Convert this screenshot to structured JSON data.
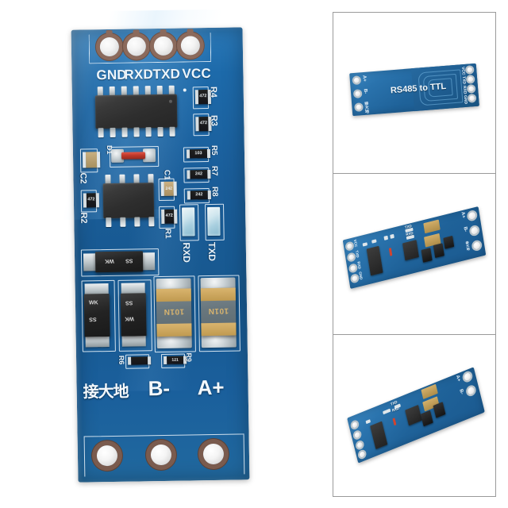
{
  "product": {
    "name": "RS485 to TTL converter module",
    "pcb_color": "#1a5d99",
    "silkscreen_color": "#eef6fc"
  },
  "main_photo": {
    "label": "main-product-photo",
    "header_pins": [
      "GND",
      "RXD",
      "TXD",
      "VCC"
    ],
    "bottom_labels": [
      "接大地",
      "B-",
      "A+"
    ],
    "led_labels": [
      "RXD",
      "TXD"
    ],
    "right_refdes": [
      "R4",
      "R3",
      "R5",
      "R7",
      "R8"
    ],
    "left_refdes": [
      "C2",
      "R2"
    ],
    "center_refdes": [
      "C1",
      "R1",
      "D1"
    ],
    "bottom_refdes": [
      "R6",
      "R9"
    ],
    "resistor_values": {
      "r4": "472",
      "r3": "472",
      "r5": "103",
      "r7": "242",
      "r8": "242",
      "r2": "472",
      "r1": "472",
      "c1": "242",
      "terminator": "121"
    },
    "diode_marks": [
      "WK",
      "SS"
    ],
    "fuse_marks": [
      "101N",
      "101N"
    ]
  },
  "thumbnails": [
    {
      "id": "thumb-back-side",
      "title": "RS485 to TTL",
      "left_pads": [
        "A+",
        "B-",
        "接大地"
      ],
      "right_pins": [
        "VCC",
        "TXD",
        "RXD",
        "GND"
      ]
    },
    {
      "id": "thumb-angled-top",
      "left_pins": [
        "VCC",
        "TXD",
        "RXD",
        "GND"
      ],
      "right_pads": [
        "A+",
        "B-",
        "接大地"
      ],
      "silk": [
        "R4",
        "R3",
        "R5",
        "R7",
        "R8",
        "TXD",
        "RXD",
        "R2",
        "R1"
      ]
    },
    {
      "id": "thumb-angled-iso",
      "right_pads": [
        "A+",
        "B-"
      ],
      "silk": [
        "TXD",
        "RXD"
      ]
    }
  ]
}
